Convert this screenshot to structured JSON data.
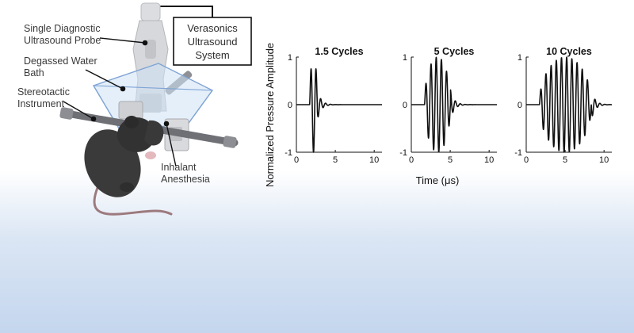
{
  "diagram": {
    "labels": {
      "probe_line1": "Single Diagnostic",
      "probe_line2": "Ultrasound Probe",
      "bath_line1": "Degassed Water",
      "bath_line2": "Bath",
      "stereo_line1": "Stereotactic",
      "stereo_line2": "Instrument",
      "anes_line1": "Inhalant",
      "anes_line2": "Anesthesia",
      "system_line1": "Verasonics",
      "system_line2": "Ultrasound",
      "system_line3": "System"
    }
  },
  "chart_data": {
    "type": "line",
    "ylabel": "Normalized Pressure Amplitude",
    "xlabel": "Time (μs)",
    "xlim": [
      0,
      11
    ],
    "ylim": [
      -1,
      1
    ],
    "xticks": [
      "0",
      "5",
      "10"
    ],
    "yticks": [
      "1",
      "0",
      "-1"
    ],
    "panels": [
      {
        "title": "1.5 Cycles",
        "cycles": 1.5,
        "freq_mhz": 1.5,
        "pulse_start_us": 1.7
      },
      {
        "title": "5 Cycles",
        "cycles": 5,
        "freq_mhz": 1.5,
        "pulse_start_us": 1.7
      },
      {
        "title": "10 Cycles",
        "cycles": 10,
        "freq_mhz": 1.5,
        "pulse_start_us": 1.7
      }
    ]
  }
}
